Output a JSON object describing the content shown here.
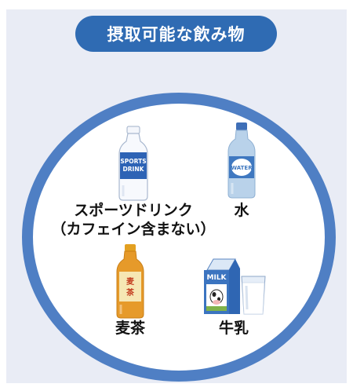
{
  "title": "摂取可能な飲み物",
  "items": [
    {
      "label": "スポーツドリンク",
      "note": "（カフェイン含まない）",
      "bottle_text": "SPORTS DRINK",
      "icon": "sports-drink-bottle-icon"
    },
    {
      "label": "水",
      "bottle_text": "WATER",
      "icon": "water-bottle-icon"
    },
    {
      "label": "麦茶",
      "bottle_text": "麦茶",
      "icon": "barley-tea-bottle-icon"
    },
    {
      "label": "牛乳",
      "carton_text": "MILK",
      "icon": "milk-carton-and-glass-icon"
    }
  ],
  "colors": {
    "title_bg": "#2f6bb3",
    "ring": "#4f7fc4",
    "panel": "#e9ecf5"
  }
}
